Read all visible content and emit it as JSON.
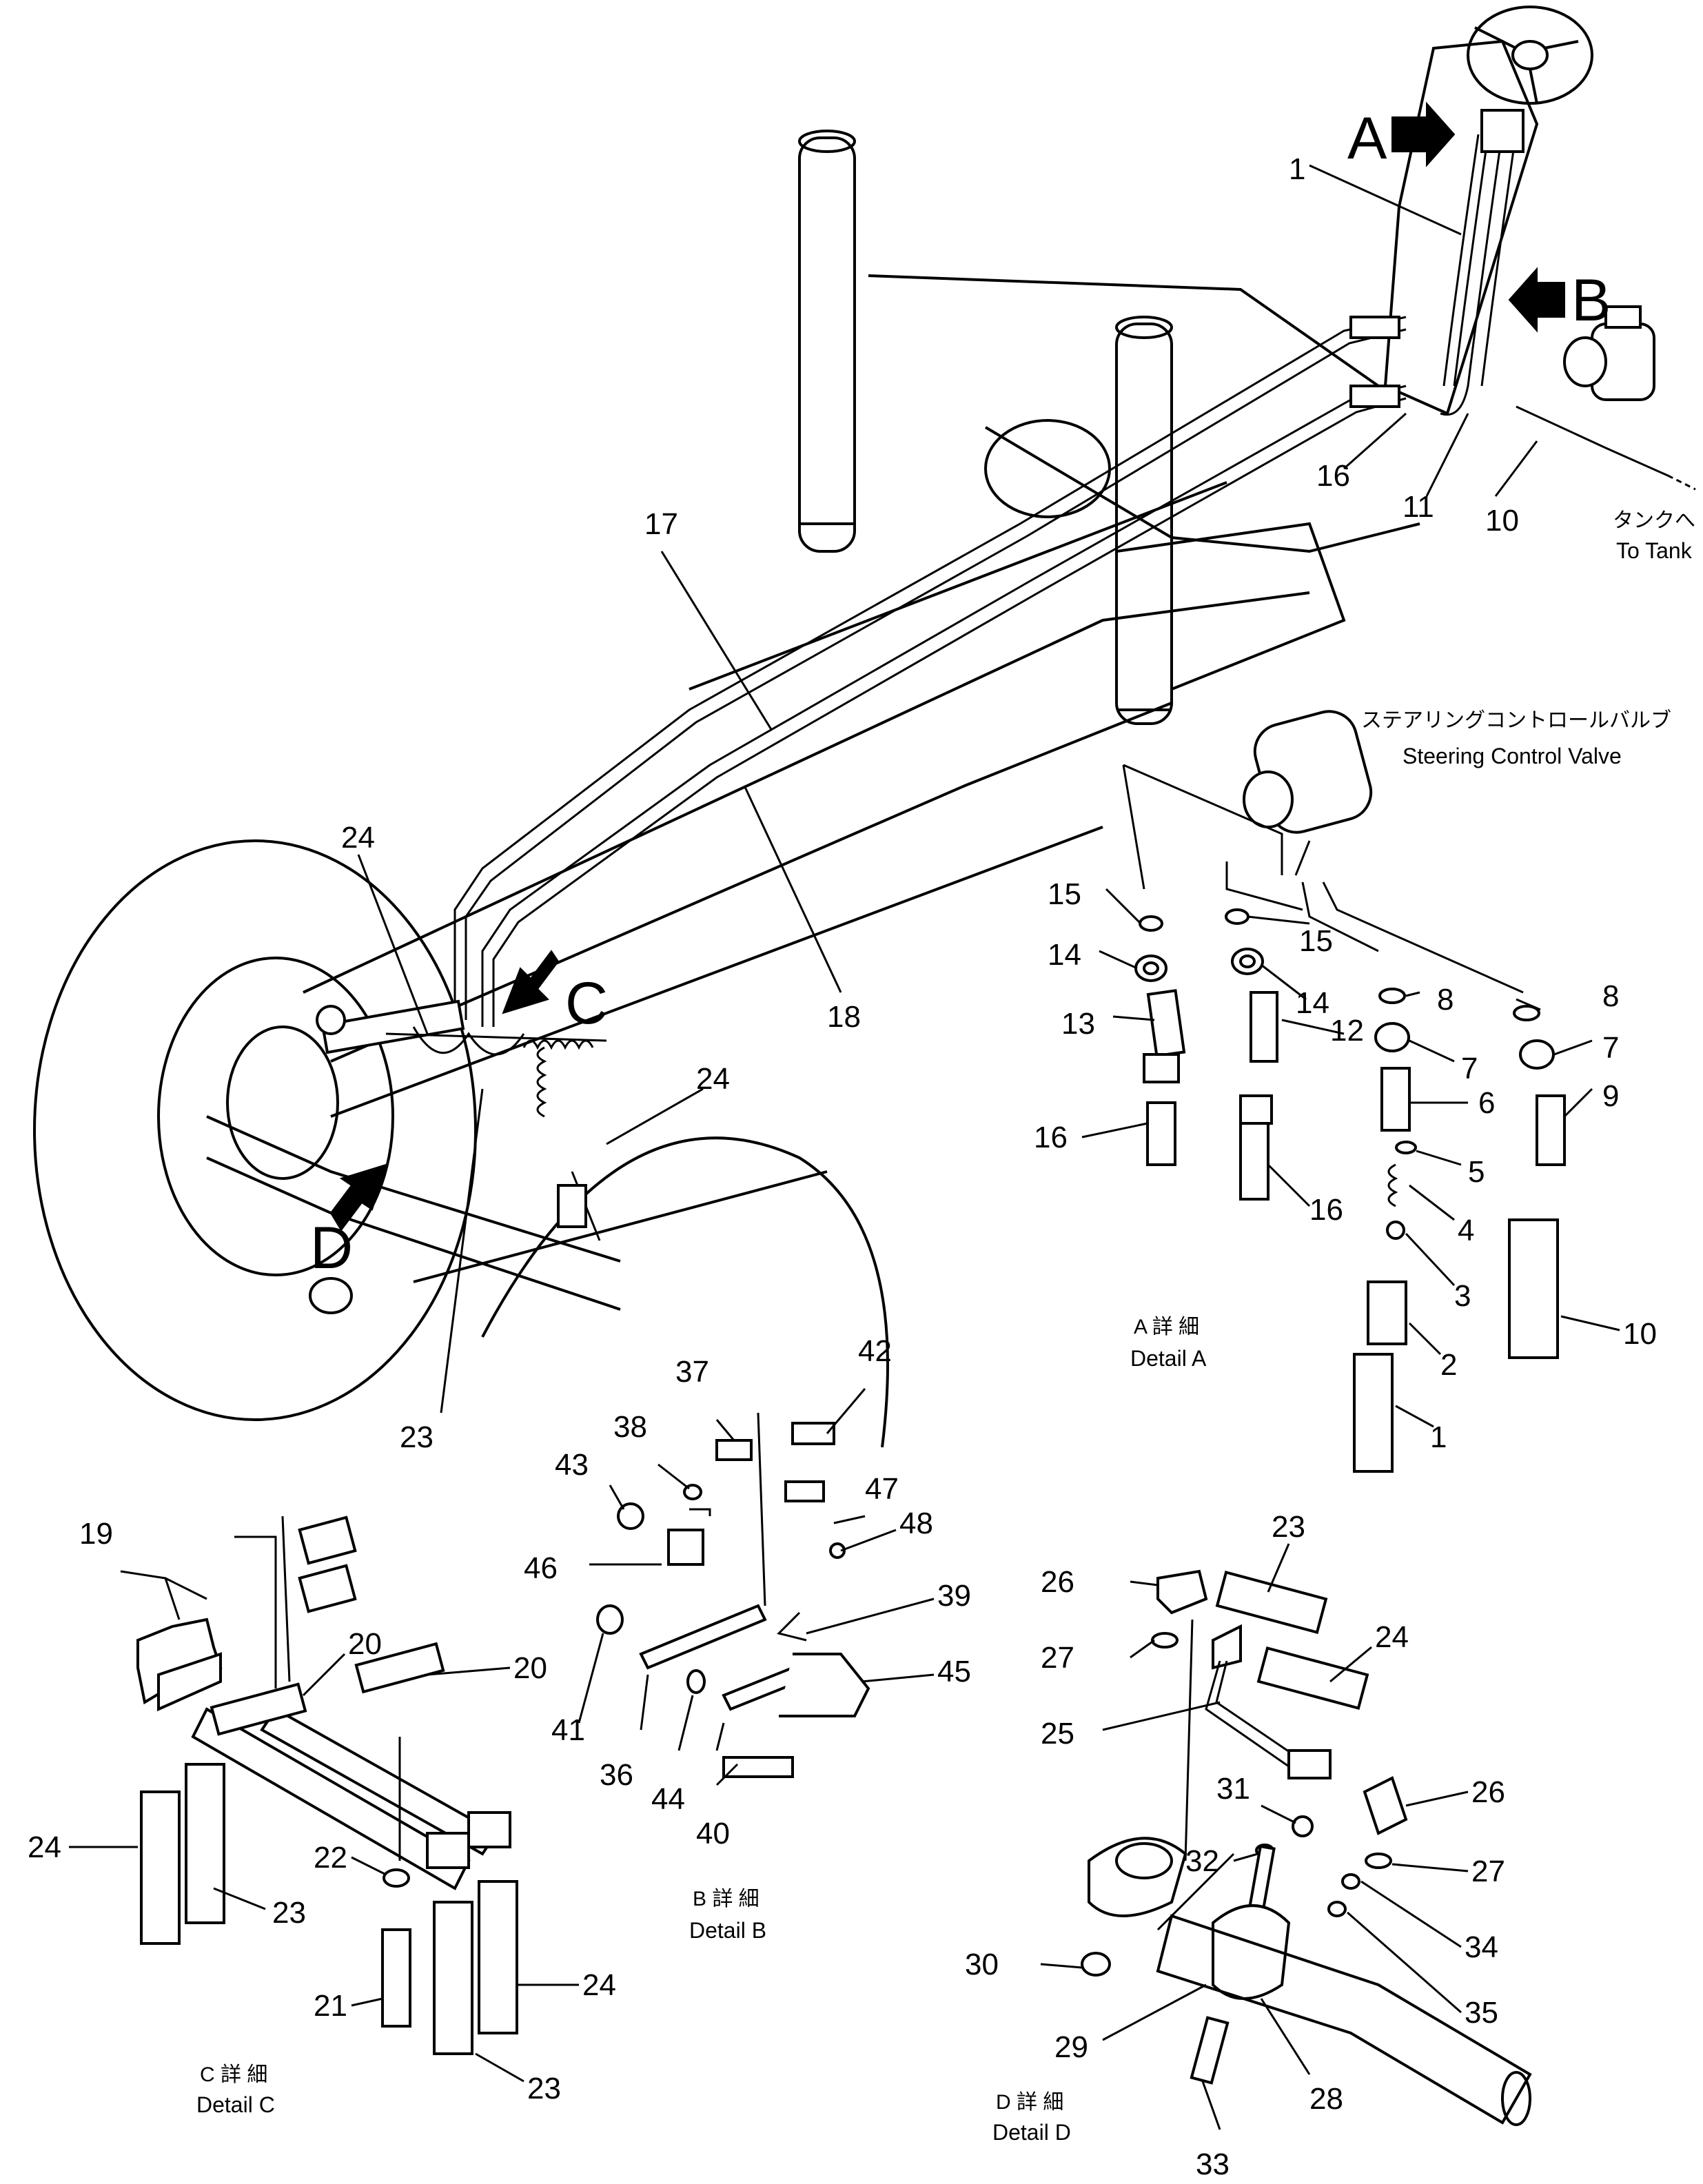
{
  "diagram": {
    "views": {
      "A": "A",
      "B": "B",
      "C": "C",
      "D": "D"
    },
    "callouts": {
      "to_tank_jp": "タンクへ",
      "to_tank_en": "To Tank",
      "valve_jp": "ステアリングコントロールバルブ",
      "valve_en": "Steering Control Valve"
    },
    "details": {
      "a_jp": "A 詳 細",
      "a_en": "Detail A",
      "b_jp": "B 詳 細",
      "b_en": "Detail B",
      "c_jp": "C 詳 細",
      "c_en": "Detail C",
      "d_jp": "D 詳 細",
      "d_en": "Detail D"
    },
    "part_numbers": {
      "main_1": "1",
      "main_16": "16",
      "main_11": "11",
      "main_10": "10",
      "main_17": "17",
      "main_18": "18",
      "main_24a": "24",
      "main_24b": "24",
      "main_23": "23",
      "a_15a": "15",
      "a_15b": "15",
      "a_14a": "14",
      "a_14b": "14",
      "a_13": "13",
      "a_12": "12",
      "a_16a": "16",
      "a_16b": "16",
      "a_8a": "8",
      "a_8b": "8",
      "a_7a": "7",
      "a_7b": "7",
      "a_6": "6",
      "a_9": "9",
      "a_5": "5",
      "a_4": "4",
      "a_3": "3",
      "a_2": "2",
      "a_1": "1",
      "a_10": "10",
      "b_42": "42",
      "b_37": "37",
      "b_38": "38",
      "b_43": "43",
      "b_47": "47",
      "b_48": "48",
      "b_46": "46",
      "b_39": "39",
      "b_45": "45",
      "b_41": "41",
      "b_36": "36",
      "b_44": "44",
      "b_40": "40",
      "c_19": "19",
      "c_20a": "20",
      "c_20b": "20",
      "c_24a": "24",
      "c_23a": "23",
      "c_22": "22",
      "c_21": "21",
      "c_24b": "24",
      "c_23b": "23",
      "d_23": "23",
      "d_26a": "26",
      "d_24": "24",
      "d_27a": "27",
      "d_25": "25",
      "d_31": "31",
      "d_26b": "26",
      "d_32": "32",
      "d_27b": "27",
      "d_34": "34",
      "d_30": "30",
      "d_35": "35",
      "d_29": "29",
      "d_28": "28",
      "d_33": "33"
    }
  }
}
